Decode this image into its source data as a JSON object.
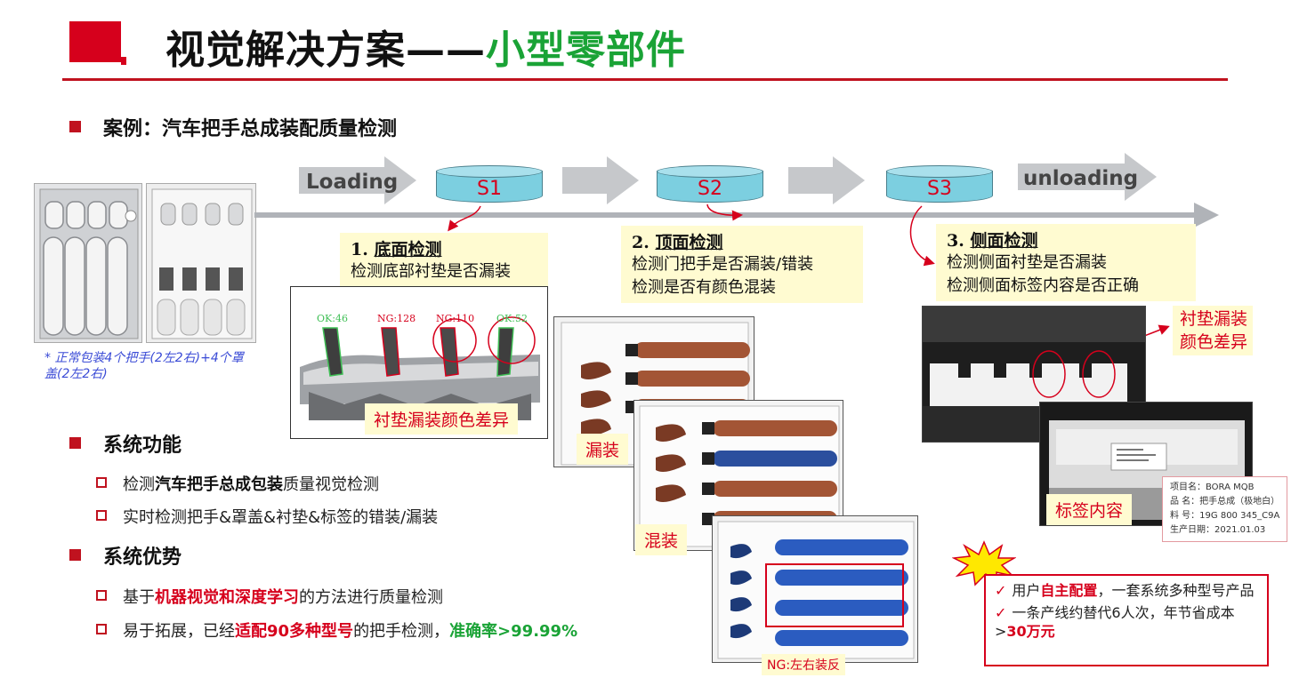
{
  "title": {
    "main": "视觉解决方案——",
    "accent": "小型零部件"
  },
  "case": {
    "heading": "案例：汽车把手总成装配质量检测"
  },
  "package_note": "* 正常包装4个把手(2左2右)+4个罩盖(2左2右)",
  "flow": {
    "start": "Loading",
    "end": "unloading"
  },
  "stations": [
    "S1",
    "S2",
    "S3"
  ],
  "steps": [
    {
      "number": "1.",
      "title": "底面检测",
      "lines": [
        "检测底部衬垫是否漏装"
      ]
    },
    {
      "number": "2.",
      "title": "顶面检测",
      "lines": [
        "检测门把手是否漏装/错装",
        "检测是否有颜色混装"
      ]
    },
    {
      "number": "3.",
      "title": "侧面检测",
      "lines": [
        "检测侧面衬垫是否漏装",
        "检测侧面标签内容是否正确"
      ]
    }
  ],
  "s1_readings": [
    "OK:46",
    "NG:128",
    "NG:110",
    "OK:52"
  ],
  "tags": {
    "s1_defect": "衬垫漏装颜色差异",
    "missing": "漏装",
    "mixed": "混装",
    "ng_reversed": "NG:左右装反",
    "s3_defect_line1": "衬垫漏装",
    "s3_defect_line2": "颜色差异",
    "label_content": "标签内容"
  },
  "label_card": {
    "lines": [
      "项目名：BORA MQB",
      "品 名：把手总成（极地白）",
      "料 号：19G 800 345_C9A",
      "生产日期：2021.01.03"
    ]
  },
  "system_function": {
    "heading": "系统功能",
    "items": [
      {
        "pre": "检测",
        "bold": "汽车把手总成包装",
        "post": "质量视觉检测"
      },
      {
        "pre": "实时检测把手&罩盖&衬垫&标签的错装/漏装",
        "bold": "",
        "post": ""
      }
    ]
  },
  "system_advantage": {
    "heading": "系统优势",
    "item1": {
      "pre": "基于",
      "red": "机器视觉和深度学习",
      "post": "的方法进行质量检测"
    },
    "item2": {
      "pre": "易于拓展，已经",
      "red": "适配90多种型号",
      "mid": "的把手检测，",
      "green": "准确率>99.99%"
    }
  },
  "benefits": {
    "row1_pre": "用户",
    "row1_red": "自主配置",
    "row1_post": "，一套系统多种型号产品",
    "row2_pre": "一条产线约替代6人次，年节省成本>",
    "row2_red": "30万元"
  },
  "colors": {
    "brand_red": "#d6001c",
    "accent_green": "#1aa336",
    "station_fill": "#7ccfe0",
    "note_blue": "#3a4bd6"
  }
}
